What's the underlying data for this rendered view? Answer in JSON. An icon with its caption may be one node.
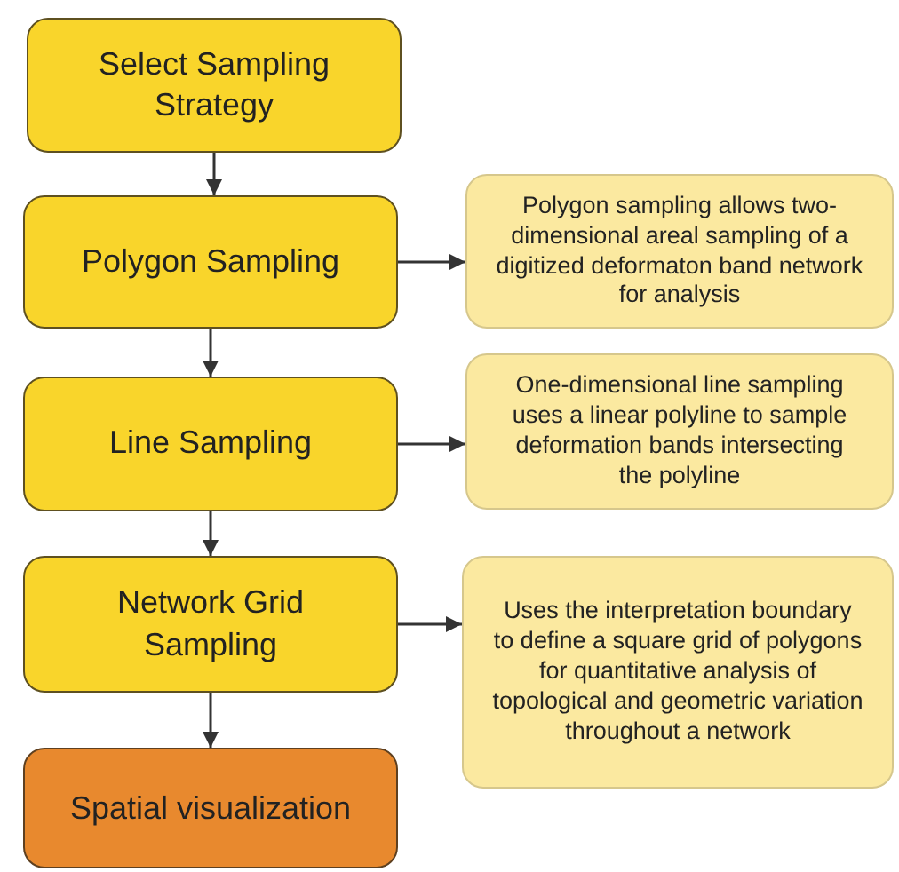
{
  "diagram": {
    "nodes": [
      {
        "text": [
          "Select Sampling Strategy"
        ]
      },
      {
        "text": [
          "Polygon Sampling"
        ]
      },
      {
        "text": [
          "Polygon sampling allows two-dimensional areal sampling of a digitized deformaton band network for analysis"
        ]
      },
      {
        "text": [
          "Line Sampling"
        ]
      },
      {
        "text": [
          "One-dimensional line sampling uses a linear polyline to sample deformation bands intersecting the polyline"
        ]
      },
      {
        "text": [
          "Network Grid Sampling"
        ]
      },
      {
        "text": [
          "Uses the interpretation boundary to define a square grid of polygons for quantitative analysis of topological and geometric variation throughout a network"
        ]
      },
      {
        "text": [
          "Spatial visualization"
        ]
      }
    ],
    "edges": [
      {
        "from": 0,
        "to": 1,
        "arrow": "to"
      },
      {
        "from": 1,
        "to": 2,
        "arrow": "to"
      },
      {
        "from": 1,
        "to": 3,
        "arrow": "to"
      },
      {
        "from": 3,
        "to": 4,
        "arrow": "to"
      },
      {
        "from": 3,
        "to": 5,
        "arrow": "to"
      },
      {
        "from": 5,
        "to": 6,
        "arrow": "to"
      },
      {
        "from": 5,
        "to": 7,
        "arrow": "to"
      }
    ]
  }
}
